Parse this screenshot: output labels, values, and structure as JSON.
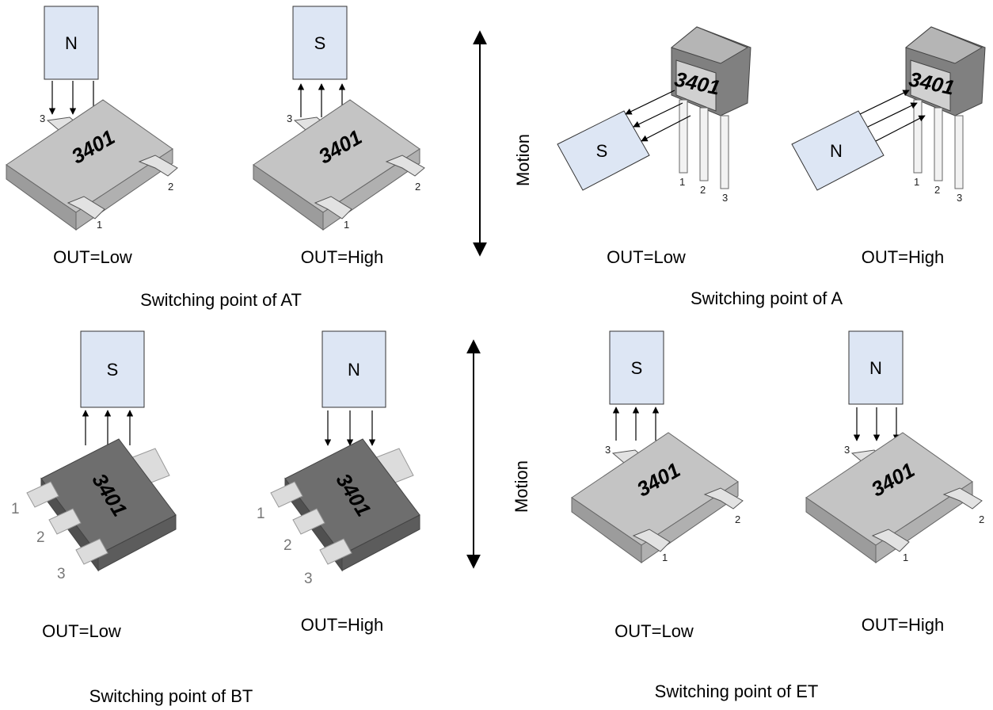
{
  "colors": {
    "magnet_fill": "#dde6f4",
    "sot23_top": "#c4c4c4",
    "sot23_side": "#9c9c9c",
    "sot89_body": "#6e6e6e",
    "to92_body": "#808080"
  },
  "chip_marking": "3401",
  "motion_label": "Motion",
  "pins": {
    "p1": "1",
    "p2": "2",
    "p3": "3"
  },
  "panels": {
    "AT": {
      "caption": "Switching point of AT",
      "left": {
        "pole": "N",
        "output": "OUT=Low"
      },
      "right": {
        "pole": "S",
        "output": "OUT=High"
      }
    },
    "A": {
      "caption": "Switching point of A",
      "left": {
        "pole": "S",
        "output": "OUT=Low"
      },
      "right": {
        "pole": "N",
        "output": "OUT=High"
      }
    },
    "BT": {
      "caption": "Switching point of BT",
      "left": {
        "pole": "S",
        "output": "OUT=Low"
      },
      "right": {
        "pole": "N",
        "output": "OUT=High"
      }
    },
    "ET": {
      "caption": "Switching point of ET",
      "left": {
        "pole": "S",
        "output": "OUT=Low"
      },
      "right": {
        "pole": "N",
        "output": "OUT=High"
      }
    }
  }
}
